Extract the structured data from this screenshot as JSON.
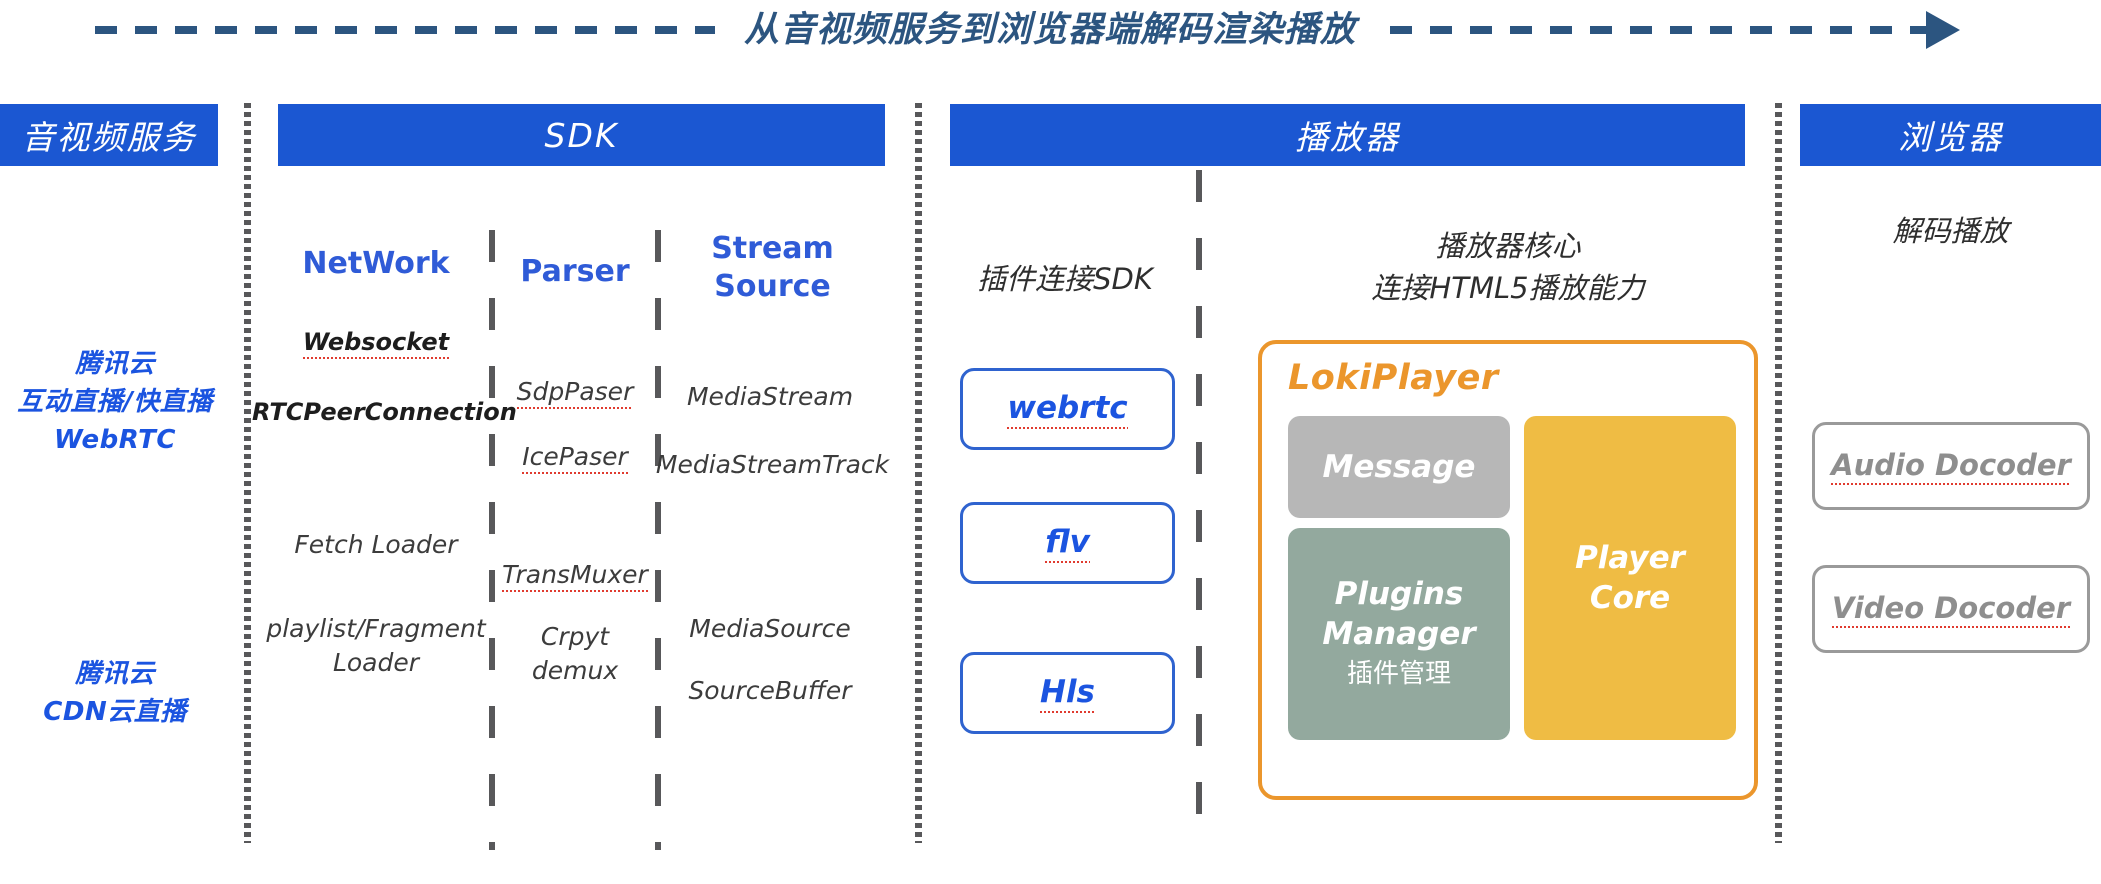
{
  "title": {
    "text": "从音视频服务到浏览器端解码渲染播放",
    "color": "#2c5580",
    "arrow_icon": "right-arrow-icon"
  },
  "colors": {
    "header_blue": "#1b57d2",
    "accent_blue": "#1b54e0",
    "orange": "#eb962c",
    "yellow": "#efbc44",
    "green_gray": "#93a99e",
    "gray": "#b7b7b7",
    "title_steel": "#2c5580"
  },
  "columns": {
    "service": {
      "header": "音视频服务",
      "items": [
        "腾讯云\n互动直播/快直播\nWebRTC",
        "腾讯云\nCDN云直播"
      ]
    },
    "sdk": {
      "header": "SDK",
      "groups": [
        {
          "title": "NetWork",
          "items": [
            "Websocket",
            "RTCPeerConnection",
            "Fetch Loader",
            "playlist/Fragment\nLoader"
          ]
        },
        {
          "title": "Parser",
          "items": [
            "SdpPaser",
            "IcePaser",
            "TransMuxer",
            "Crpyt\ndemux"
          ]
        },
        {
          "title": "Stream\nSource",
          "items": [
            "MediaStream",
            "MediaStreamTrack",
            "MediaSource",
            "SourceBuffer"
          ]
        }
      ]
    },
    "player": {
      "header": "播放器",
      "plugins_caption": "插件连接SDK",
      "plugins": [
        "webrtc",
        "flv",
        "Hls"
      ],
      "core_caption": "播放器核心\n连接HTML5播放能力",
      "loki": {
        "name": "LokiPlayer",
        "message": "Message",
        "plugins_manager": "Plugins\nManager",
        "plugins_manager_cn": "插件管理",
        "player_core": "Player\nCore"
      }
    },
    "browser": {
      "header": "浏览器",
      "caption": "解码播放",
      "decoders": [
        "Audio Docoder",
        "Video Docoder"
      ]
    }
  }
}
